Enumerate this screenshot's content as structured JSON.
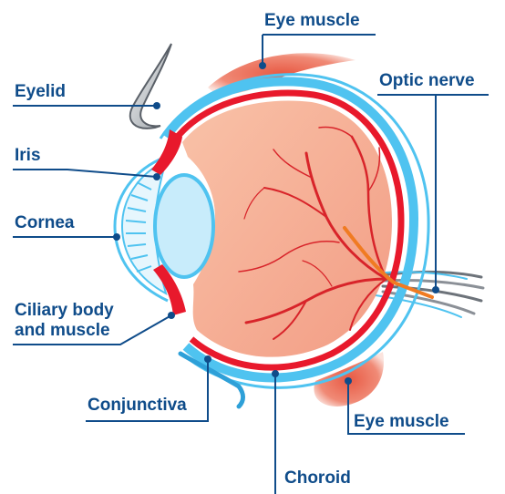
{
  "colors": {
    "line": "#0f4c8a",
    "sclera_outer": "#4fc3f0",
    "choroid_red": "#e8192c",
    "eyeball_fill": "#f7b49a",
    "lens": "#c8ecfb",
    "optic_nerve": "#f07b22",
    "muscle": "#e05a43"
  },
  "labels": {
    "eye_muscle_top": "Eye muscle",
    "eyelid": "Eyelid",
    "optic_nerve": "Optic nerve",
    "iris": "Iris",
    "cornea": "Cornea",
    "ciliary_line1": "Ciliary body",
    "ciliary_line2": "and muscle",
    "conjunctiva": "Conjunctiva",
    "eye_muscle_bottom": "Eye muscle",
    "choroid": "Choroid"
  }
}
